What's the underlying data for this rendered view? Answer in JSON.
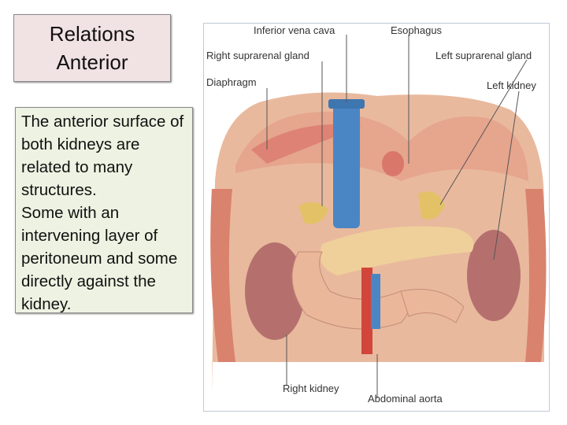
{
  "slide": {
    "title_line1": "Relations",
    "title_line2": "Anterior",
    "body_line1": "The anterior surface of both kidneys are related to many structures.",
    "body_line2": "Some with an intervening layer of peritoneum and some directly against the kidney."
  },
  "figure": {
    "labels": {
      "inferior_vena_cava": "Inferior vena cava",
      "esophagus": "Esophagus",
      "right_suprarenal_gland": "Right suprarenal gland",
      "left_suprarenal_gland": "Left suprarenal gland",
      "diaphragm": "Diaphragm",
      "left_kidney": "Left kidney",
      "right_kidney": "Right kidney",
      "abdominal_aorta": "Abdominal aorta"
    }
  }
}
